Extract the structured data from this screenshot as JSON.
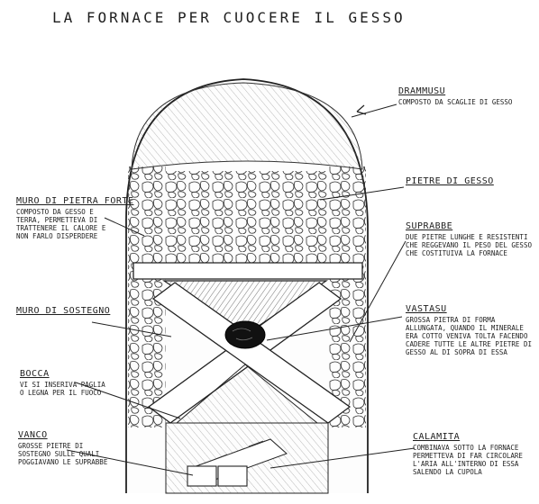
{
  "title": "LA FORNACE PER CUOCERE IL GESSO",
  "labels": {
    "drammusu": {
      "heading": "DRAMMUSU",
      "desc": "COMPOSTO DA SCAGLIE DI GESSO"
    },
    "pietre": {
      "heading": "PIETRE DI GESSO",
      "desc": ""
    },
    "muro_forte": {
      "heading": "MURO DI PIETRA FORTE",
      "desc": "COMPOSTO DA GESSO E TERRA, PERMETTEVA DI TRATTENERE IL CALORE E NON FARLO DISPERDERE"
    },
    "suprabbe": {
      "heading": "SUPRABBE",
      "desc": "DUE PIETRE LUNGHE E RESISTENTI CHE REGGEVANO IL PESO DEL GESSO CHE COSTITUIVA LA FORNACE"
    },
    "muro_sostegno": {
      "heading": "MURO DI SOSTEGNO",
      "desc": ""
    },
    "vastasu": {
      "heading": "VASTASU",
      "desc": "GROSSA PIETRA DI FORMA ALLUNGATA, QUANDO IL MINERALE ERA COTTO VENIVA TOLTA FACENDO CADERE TUTTE LE ALTRE PIETRE DI GESSO AL DI SOPRA DI ESSA"
    },
    "bocca": {
      "heading": "BOCCA",
      "desc": "VI SI INSERIVA PAGLIA O LEGNA PER IL FUOCO"
    },
    "vanco": {
      "heading": "VANCO",
      "desc": "GROSSE PIETRE DI SOSTEGNO SULLE QUALI POGGIAVANO LE SUPRABBE"
    },
    "calamita": {
      "heading": "CALAMITA",
      "desc": "COMBINAVA SOTTO LA FORNACE PERMETTEVA DI FAR CIRCOLARE L'ARIA ALL'INTERNO DI ESSA SALENDO LA CUPOLA"
    }
  }
}
